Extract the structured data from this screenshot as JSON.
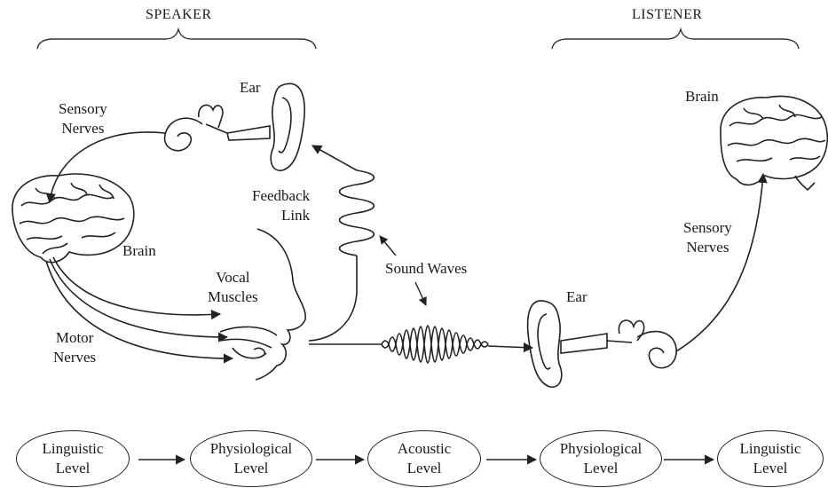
{
  "headers": {
    "speaker": "SPEAKER",
    "listener": "LISTENER"
  },
  "speaker_labels": {
    "ear": "Ear",
    "sensory_nerves": [
      "Sensory",
      "Nerves"
    ],
    "brain": "Brain",
    "feedback_link": [
      "Feedback",
      "Link"
    ],
    "vocal_muscles": [
      "Vocal",
      "Muscles"
    ],
    "motor_nerves": [
      "Motor",
      "Nerves"
    ]
  },
  "sound_waves": "Sound Waves",
  "listener_labels": {
    "brain": "Brain",
    "sensory_nerves": [
      "Sensory",
      "Nerves"
    ],
    "ear": "Ear"
  },
  "levels": [
    {
      "line1": "Linguistic",
      "line2": "Level"
    },
    {
      "line1": "Physiological",
      "line2": "Level"
    },
    {
      "line1": "Acoustic",
      "line2": "Level"
    },
    {
      "line1": "Physiological",
      "line2": "Level"
    },
    {
      "line1": "Linguistic",
      "line2": "Level"
    }
  ],
  "icons": [
    "speaker-brain-icon",
    "speaker-ear-icon",
    "speaker-mouth-icon",
    "listener-ear-icon",
    "listener-brain-icon",
    "sound-wave-icon"
  ]
}
